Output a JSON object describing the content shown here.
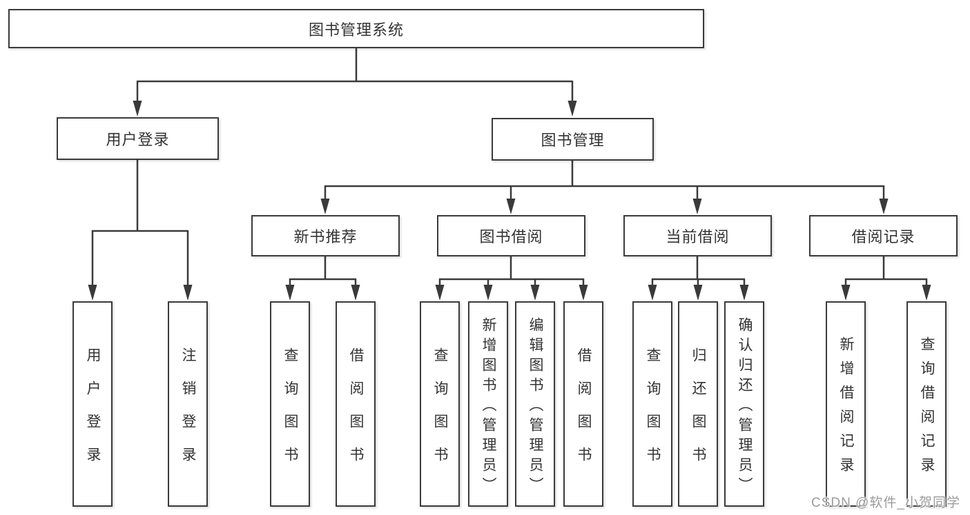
{
  "diagram": {
    "watermark": "CSDN @软件_小贺同学",
    "tree": {
      "root": "图书管理系统",
      "branches": [
        {
          "label": "用户登录",
          "children": [
            "用户登录",
            "注销登录"
          ]
        },
        {
          "label": "图书管理",
          "groups": [
            {
              "label": "新书推荐",
              "children": [
                "查询图书",
                "借阅图书"
              ]
            },
            {
              "label": "图书借阅",
              "children": [
                "查询图书",
                "新增图书（管理员）",
                "编辑图书（管理员）",
                "借阅图书"
              ]
            },
            {
              "label": "当前借阅",
              "children": [
                "查询图书",
                "归还图书",
                "确认归还（管理员）"
              ]
            },
            {
              "label": "借阅记录",
              "children": [
                "新增借阅记录",
                "查询借阅记录"
              ]
            }
          ]
        }
      ]
    }
  }
}
